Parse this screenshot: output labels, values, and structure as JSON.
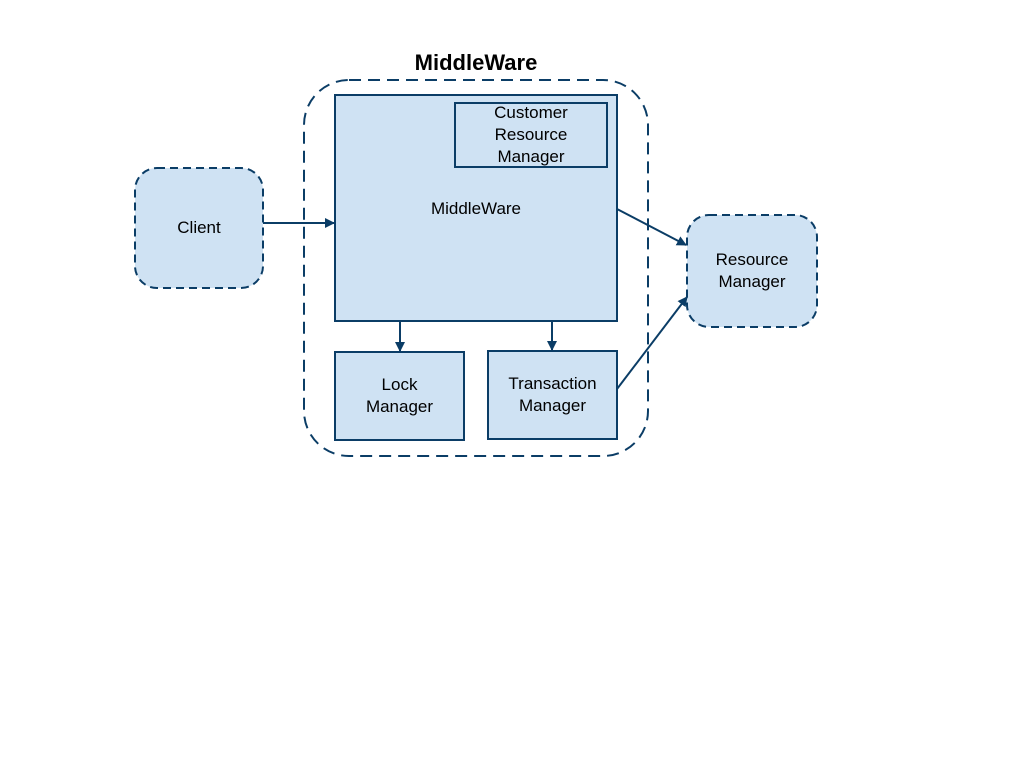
{
  "colors": {
    "node_fill": "#cfe2f3",
    "stroke": "#0b3d66",
    "text": "#000000",
    "background": "#ffffff"
  },
  "group": {
    "title": "MiddleWare"
  },
  "nodes": {
    "client": "Client",
    "middleware": "MiddleWare",
    "customer_rm": "Customer\nResource\nManager",
    "lock_manager": "Lock\nManager",
    "transaction_manager": "Transaction\nManager",
    "resource_manager": "Resource\nManager"
  },
  "edges": [
    {
      "from": "client",
      "to": "middleware"
    },
    {
      "from": "middleware",
      "to": "resource_manager"
    },
    {
      "from": "middleware",
      "to": "lock_manager"
    },
    {
      "from": "middleware",
      "to": "transaction_manager"
    },
    {
      "from": "transaction_manager",
      "to": "resource_manager"
    }
  ]
}
